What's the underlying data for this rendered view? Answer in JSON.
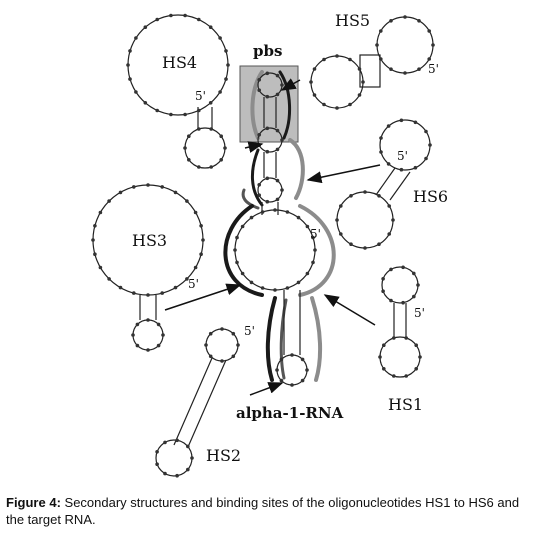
{
  "figure": {
    "labels": {
      "hs1": "HS1",
      "hs2": "HS2",
      "hs3": "HS3",
      "hs4": "HS4",
      "hs5": "HS5",
      "hs6": "HS6",
      "pbs": "pbs",
      "target": "alpha-1-RNA",
      "five_prime": "5'"
    },
    "colors": {
      "strand": "#222222",
      "dot": "#333333",
      "binding_dark": "#1a1a1a",
      "binding_light": "#8c8c8c",
      "pbs_box_fill": "#bdbdbd"
    }
  },
  "caption": {
    "label": "Figure 4:",
    "text": " Secondary structures and binding sites of the oligonucleotides HS1 to HS6 and the target RNA."
  }
}
